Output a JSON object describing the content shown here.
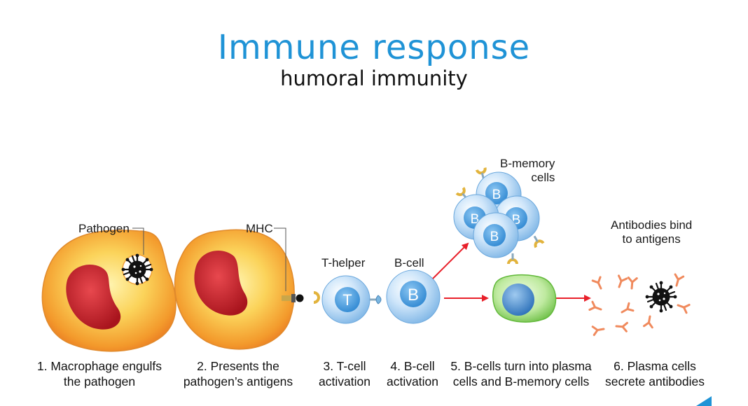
{
  "title": "Immune response",
  "subtitle": "humoral immunity",
  "labels": {
    "pathogen": "Pathogen",
    "mhc": "MHC",
    "t_helper": "T-helper",
    "b_cell": "B-cell",
    "b_memory": "B-memory\ncells",
    "antibodies": "Antibodies bind\nto antigens",
    "t_letter": "T",
    "b_letter": "B"
  },
  "steps": [
    "1. Macrophage engulfs\nthe pathogen",
    "2. Presents the\npathogen’s antigens",
    "3. T-cell\nactivation",
    "4. B-cell\nactivation",
    "5. B-cells turn into plasma\ncells and B-memory cells",
    "6. Plasma cells\nsecrete antibodies"
  ],
  "colors": {
    "title": "#1f93d6",
    "macrophage": "#f7b03c",
    "nucleus": "#c8232c",
    "lymphocyte": "#a9d2f3",
    "plasma_cell": "#7fcf52",
    "arrow": "#e8202a",
    "antibody": "#f08a5d",
    "receptor": "#e2b33c",
    "pathogen": "#111111"
  }
}
